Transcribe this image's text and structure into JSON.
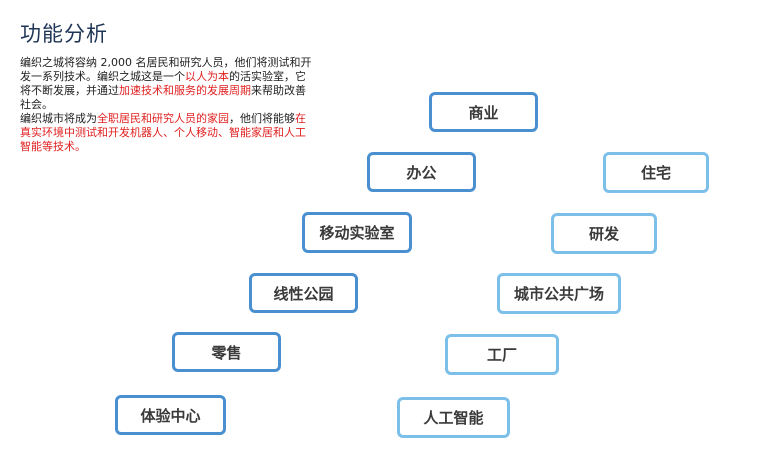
{
  "title": "功能分析",
  "description": {
    "p1_a": "编织之城将容纳 2,000 名居民和研究人员，他们将测试和开发一系列技术。编织之城这是一个",
    "p1_b": "以人为本",
    "p1_c": "的活实验室，它将不断发展，并通过",
    "p1_d": "加速技术和服务的发展周期",
    "p1_e": "来帮助改善社会。",
    "p2_a": "编织城市将成为",
    "p2_b": "全职居民和研究人员的家园",
    "p2_c": "，他们将能够",
    "p2_d": "在真实环境中测试和开发机器人、个人移动、智能家居和人工智能等技术。"
  },
  "colors": {
    "title": "#1f3556",
    "highlight": "#e02020",
    "border_dark": "#4a90d0",
    "border_light": "#7cc0ea"
  },
  "nodes": {
    "commerce": "商业",
    "office": "办公",
    "residential": "住宅",
    "mobile_lab": "移动实验室",
    "research": "研发",
    "linear_park": "线性公园",
    "city_plaza": "城市公共广场",
    "retail": "零售",
    "factory": "工厂",
    "experience_center": "体验中心",
    "ai": "人工智能"
  }
}
